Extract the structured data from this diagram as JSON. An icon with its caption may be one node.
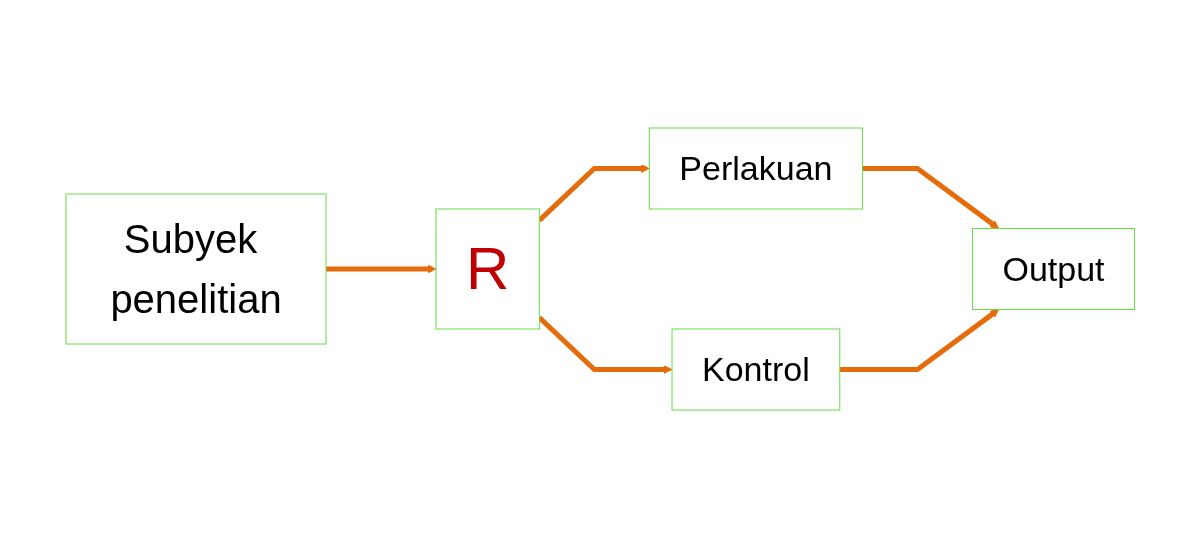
{
  "diagram": {
    "nodes": [
      {
        "text": [
          "Subyek penelitian"
        ]
      },
      {
        "text": [
          "R"
        ]
      },
      {
        "text": [
          "Perlakuan"
        ]
      },
      {
        "text": [
          "Kontrol"
        ]
      },
      {
        "text": [
          "Output"
        ]
      }
    ],
    "edges": [
      {
        "from": 0,
        "to": 1,
        "arrow": "to"
      },
      {
        "from": 1,
        "to": 2,
        "arrow": "to"
      },
      {
        "from": 1,
        "to": 3,
        "arrow": "to"
      },
      {
        "from": 2,
        "to": 4,
        "arrow": "to"
      },
      {
        "from": 3,
        "to": 4,
        "arrow": "to"
      }
    ]
  }
}
